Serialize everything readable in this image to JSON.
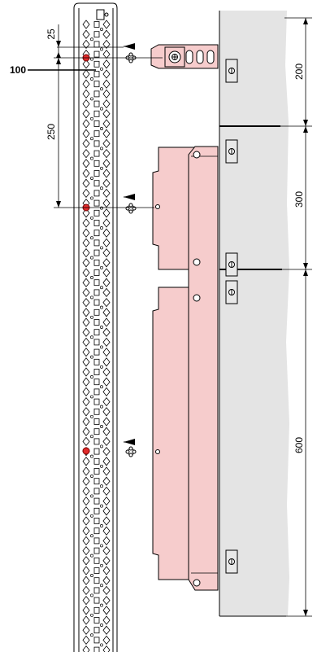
{
  "callout": {
    "label": "100"
  },
  "left_dimensions": {
    "upper": "25",
    "lower": "250"
  },
  "right_dimensions": {
    "top": "200",
    "middle": "300",
    "bottom": "600"
  },
  "colors": {
    "rail_stroke": "#000000",
    "hole_red": "#e02a2a",
    "panel_fill": "#f6cccc",
    "bracket_fill": "#f6cccc",
    "background_panel": "#e4e4e4",
    "line": "#000000"
  },
  "icons": [
    "rack-rail",
    "red-mounting-hole",
    "screw-icon",
    "arrow-icon",
    "bracket",
    "cable-manager",
    "lock-icon"
  ]
}
